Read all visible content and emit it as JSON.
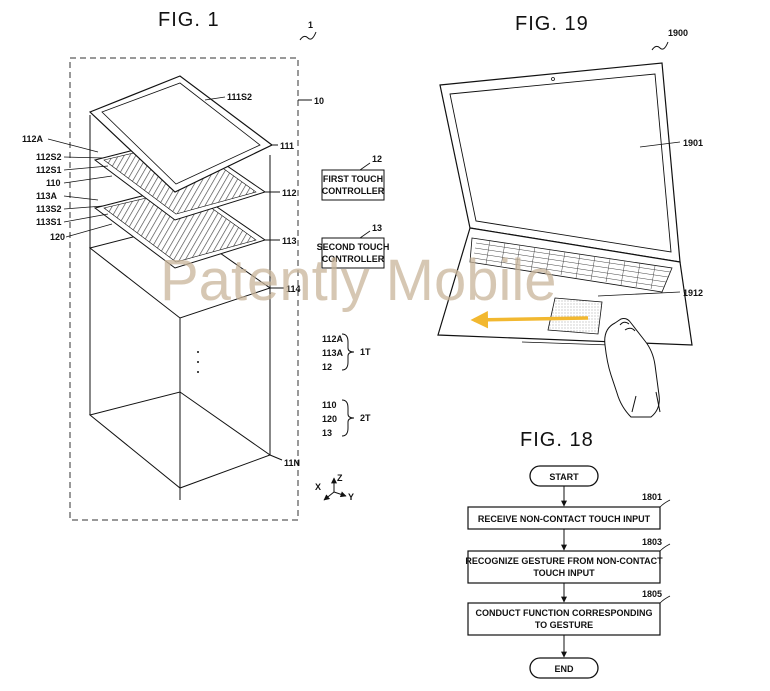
{
  "fig1": {
    "title": "FIG. 1",
    "ref_main": "1",
    "ref_box": "10",
    "layers": {
      "l111s2": "111S2",
      "l111": "111",
      "l112": "112",
      "l113": "113",
      "l114": "114",
      "l11n": "11N",
      "l112a": "112A",
      "l112s2": "112S2",
      "l112s1": "112S1",
      "l110": "110",
      "l113a": "113A",
      "l113s2": "113S2",
      "l113s1": "113S1",
      "l120": "120"
    },
    "controllers": {
      "first_ref": "12",
      "first_line1": "FIRST TOUCH",
      "first_line2": "CONTROLLER",
      "second_ref": "13",
      "second_line1": "SECOND TOUCH",
      "second_line2": "CONTROLLER"
    },
    "groups": {
      "g1_items": [
        "112A",
        "113A",
        "12"
      ],
      "g1_label": "1T",
      "g2_items": [
        "110",
        "120",
        "13"
      ],
      "g2_label": "2T"
    },
    "axes": {
      "x": "X",
      "y": "Y",
      "z": "Z"
    }
  },
  "fig19": {
    "title": "FIG. 19",
    "ref_main": "1900",
    "screen_ref": "1901",
    "touchpad_ref": "1912"
  },
  "fig18": {
    "title": "FIG. 18",
    "start": "START",
    "end": "END",
    "steps": [
      {
        "ref": "1801",
        "line1": "RECEIVE NON-CONTACT TOUCH INPUT",
        "line2": ""
      },
      {
        "ref": "1803",
        "line1": "RECOGNIZE GESTURE FROM NON-CONTACT",
        "line2": "TOUCH INPUT"
      },
      {
        "ref": "1805",
        "line1": "CONDUCT FUNCTION CORRESPONDING",
        "line2": "TO GESTURE"
      }
    ]
  },
  "watermark": "Patently Mobile",
  "colors": {
    "ink": "#111111",
    "watermark": "#c9b59a",
    "arrow": "#f2b830"
  }
}
